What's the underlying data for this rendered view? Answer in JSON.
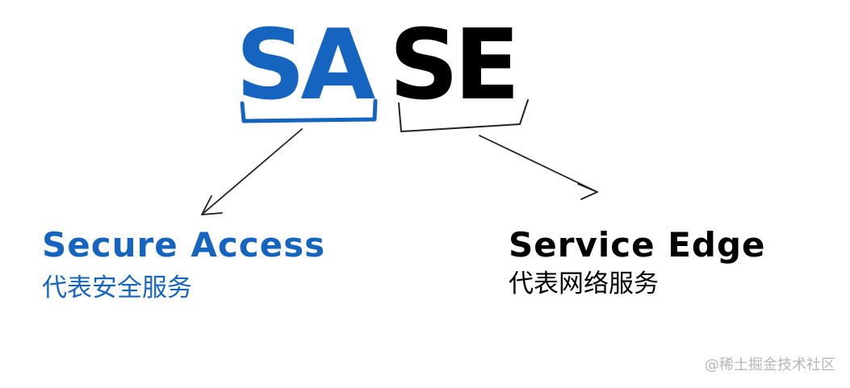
{
  "acronym": {
    "first_part": "SA",
    "second_part": "SE"
  },
  "left_branch": {
    "english": "Secure Access",
    "chinese": "代表安全服务"
  },
  "right_branch": {
    "english": "Service Edge",
    "chinese": "代表网络服务"
  },
  "watermark": "@稀土掘金技术社区",
  "colors": {
    "accent_blue": "#1565c0",
    "text_black": "#000000",
    "watermark_gray": "#b7b7b7"
  }
}
